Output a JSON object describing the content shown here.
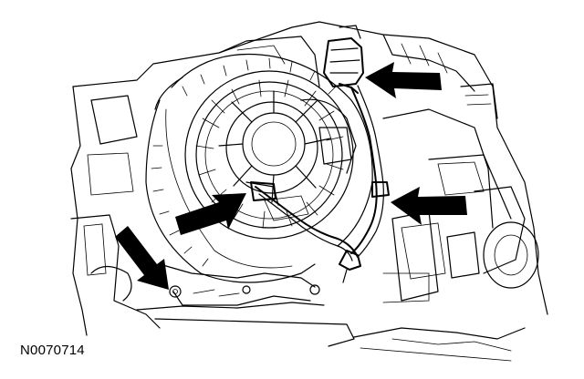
{
  "figure": {
    "reference_number": "N0070714",
    "colors": {
      "ink": "#000000",
      "background": "#ffffff"
    },
    "callout_arrows": [
      {
        "name": "arrow-connector-top-right"
      },
      {
        "name": "arrow-hose-clip-right"
      },
      {
        "name": "arrow-blower-center"
      },
      {
        "name": "arrow-bolt-lower-left"
      }
    ]
  }
}
